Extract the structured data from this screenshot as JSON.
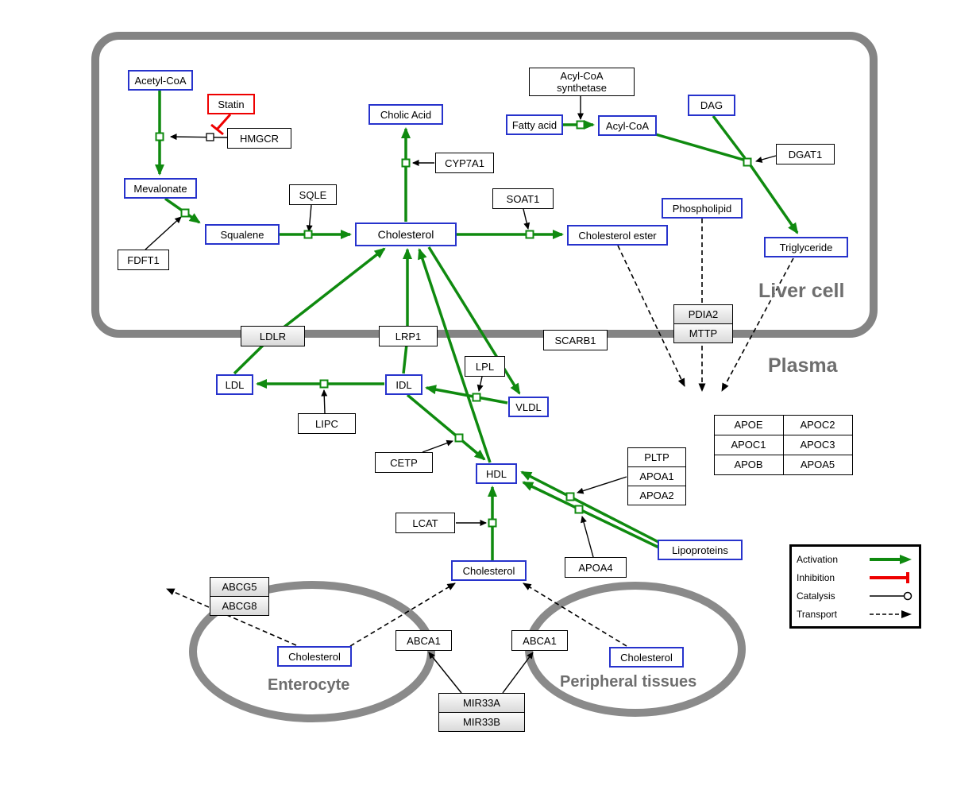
{
  "regions": {
    "liver_cell": "Liver cell",
    "plasma": "Plasma",
    "enterocyte": "Enterocyte",
    "peripheral_tissues": "Peripheral tissues"
  },
  "nodes": {
    "acetyl_coa": "Acetyl-CoA",
    "statin": "Statin",
    "hmgcr": "HMGCR",
    "mevalonate": "Mevalonate",
    "fdft1": "FDFT1",
    "squalene": "Squalene",
    "sqle": "SQLE",
    "cholic_acid": "Cholic Acid",
    "cyp7a1": "CYP7A1",
    "cholesterol_liver": "Cholesterol",
    "soat1": "SOAT1",
    "cholesterol_ester": "Cholesterol ester",
    "acyl_coa_synthetase": "Acyl-CoA\nsynthetase",
    "fatty_acid": "Fatty acid",
    "acyl_coa_2": "Acyl-CoA",
    "dag": "DAG",
    "dgat1": "DGAT1",
    "phospholipid": "Phospholipid",
    "triglyceride": "Triglyceride",
    "ldlr": "LDLR",
    "lrp1": "LRP1",
    "scarb1": "SCARB1",
    "pdia2": "PDIA2",
    "mttp": "MTTP",
    "ldl": "LDL",
    "idl": "IDL",
    "lpl": "LPL",
    "vldl": "VLDL",
    "lipc": "LIPC",
    "cetp": "CETP",
    "hdl": "HDL",
    "pltp": "PLTP",
    "apoa1": "APOA1",
    "apoa2": "APOA2",
    "lcat": "LCAT",
    "apoa4": "APOA4",
    "lipoproteins": "Lipoproteins",
    "cholesterol_plasma": "Cholesterol",
    "abcg5": "ABCG5",
    "abcg8": "ABCG8",
    "cholesterol_enterocyte": "Cholesterol",
    "abca1_enterocyte": "ABCA1",
    "abca1_peripheral": "ABCA1",
    "cholesterol_peripheral": "Cholesterol",
    "mir33a": "MIR33A",
    "mir33b": "MIR33B"
  },
  "apo_table": {
    "r1c1": "APOE",
    "r1c2": "APOC2",
    "r2c1": "APOC1",
    "r2c2": "APOC3",
    "r3c1": "APOB",
    "r3c2": "APOA5"
  },
  "legend": {
    "activation": "Activation",
    "inhibition": "Inhibition",
    "catalysis": "Catalysis",
    "transport": "Transport"
  },
  "colors": {
    "activation": "#0f8a0f",
    "inhibition": "#ee0000",
    "metabolite_border": "#2733cc",
    "membrane": "#848484"
  }
}
